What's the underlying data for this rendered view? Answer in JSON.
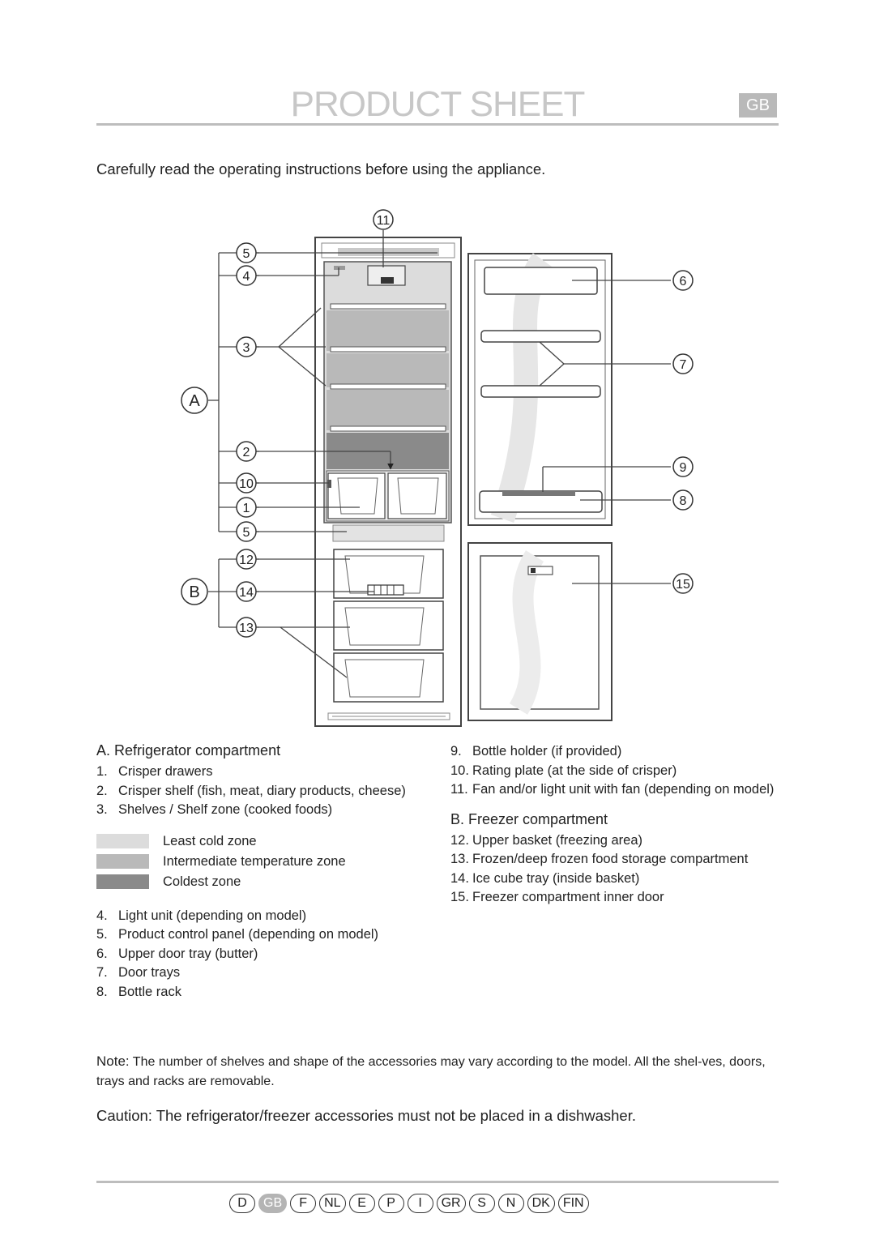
{
  "header": {
    "title": "PRODUCT SHEET",
    "language_badge": "GB"
  },
  "intro": "Carefully read the operating instructions before using the appliance.",
  "figure": {
    "callouts": [
      "11",
      "5",
      "4",
      "3",
      "A",
      "2",
      "10",
      "1",
      "5",
      "12",
      "B",
      "14",
      "13",
      "6",
      "7",
      "9",
      "8",
      "15"
    ]
  },
  "colors": {
    "least_cold": "#dcdcdc",
    "intermediate": "#b9b9b9",
    "coldest": "#8a8a8a",
    "accent_gray": "#c7c7c7"
  },
  "section_a": {
    "title": "A. Refrigerator compartment",
    "items": [
      {
        "num": "1.",
        "text": "Crisper drawers"
      },
      {
        "num": "2.",
        "text": "Crisper shelf (fish, meat, diary products, cheese)"
      },
      {
        "num": "3.",
        "text": "Shelves / Shelf zone (cooked foods)"
      }
    ],
    "zones": [
      {
        "label": "Least cold zone"
      },
      {
        "label": "Intermediate temperature zone"
      },
      {
        "label": "Coldest zone"
      }
    ],
    "items_more": [
      {
        "num": "4.",
        "text": "Light unit (depending on model)"
      },
      {
        "num": "5.",
        "text": "Product control panel (depending on model)"
      },
      {
        "num": "6.",
        "text": "Upper door tray (butter)"
      },
      {
        "num": "7.",
        "text": "Door trays"
      },
      {
        "num": "8.",
        "text": "Bottle rack"
      }
    ]
  },
  "section_a_cont": {
    "items": [
      {
        "num": "9.",
        "text": "Bottle holder (if provided)"
      },
      {
        "num": "10.",
        "text": "Rating plate (at the side of crisper)"
      },
      {
        "num": "11.",
        "text": "Fan and/or light unit with fan (depending on model)"
      }
    ]
  },
  "section_b": {
    "title": "B. Freezer compartment",
    "items": [
      {
        "num": "12.",
        "text": "Upper basket (freezing area)"
      },
      {
        "num": "13.",
        "text": "Frozen/deep frozen food storage compartment"
      },
      {
        "num": "14.",
        "text": "Ice cube tray (inside basket)"
      },
      {
        "num": "15.",
        "text": "Freezer compartment inner door"
      }
    ]
  },
  "note": {
    "label": "Note:",
    "text": "The number of shelves and shape of the accessories may vary according to the model. All the shel-ves, doors, trays and racks are removable."
  },
  "caution": "Caution: The refrigerator/freezer accessories must not be placed in a dishwasher.",
  "languages": [
    {
      "code": "D",
      "active": false
    },
    {
      "code": "GB",
      "active": true
    },
    {
      "code": "F",
      "active": false
    },
    {
      "code": "NL",
      "active": false
    },
    {
      "code": "E",
      "active": false
    },
    {
      "code": "P",
      "active": false
    },
    {
      "code": "I",
      "active": false
    },
    {
      "code": "GR",
      "active": false
    },
    {
      "code": "S",
      "active": false
    },
    {
      "code": "N",
      "active": false
    },
    {
      "code": "DK",
      "active": false
    },
    {
      "code": "FIN",
      "active": false
    }
  ]
}
